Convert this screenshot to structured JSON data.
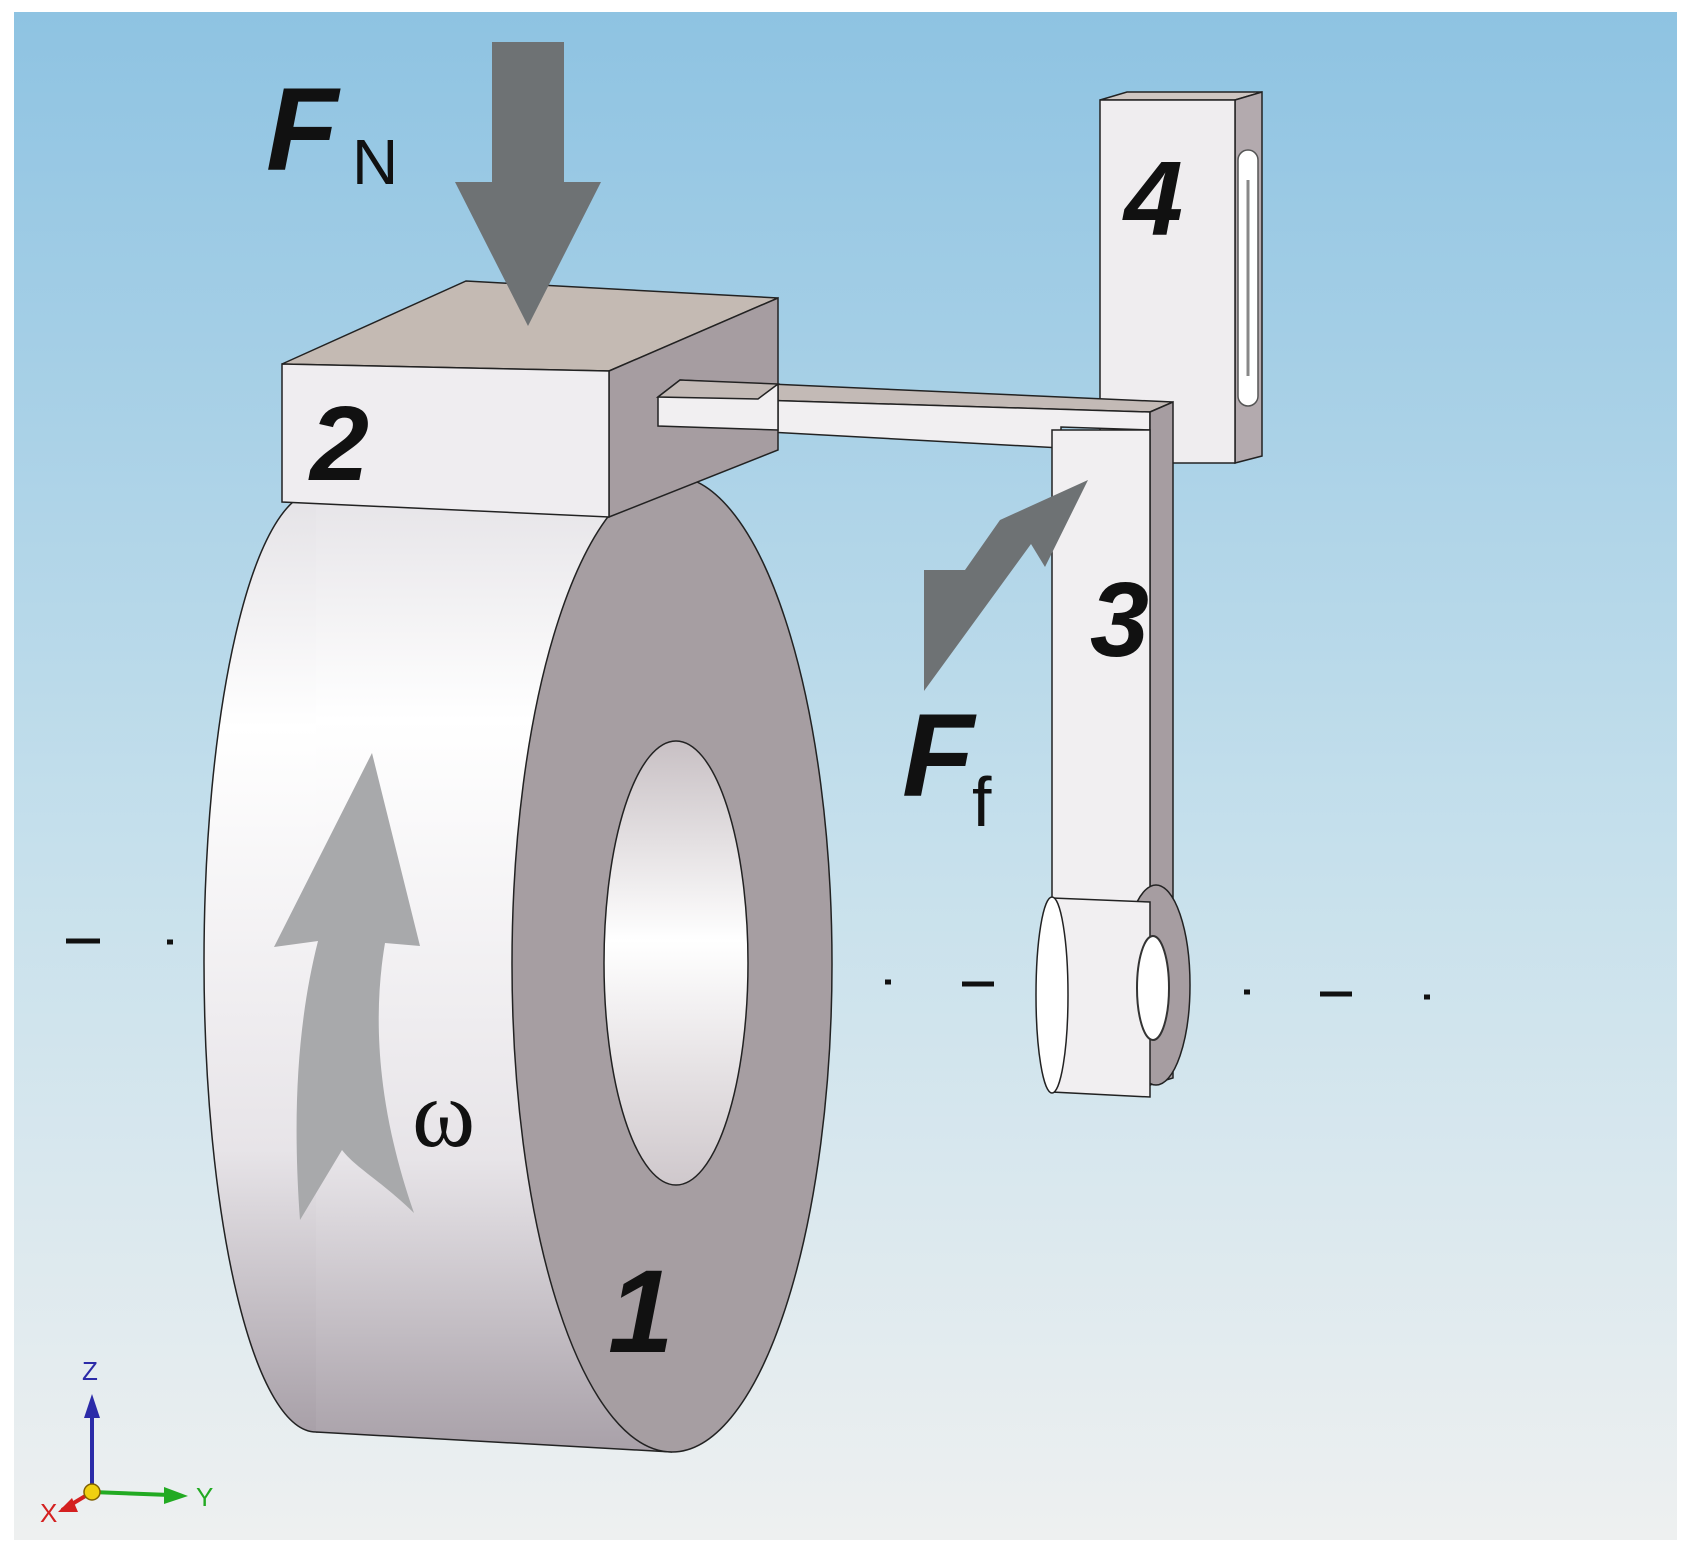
{
  "labels": {
    "normal_force_symbol": "F",
    "normal_force_subscript": "N",
    "friction_force_symbol": "F",
    "friction_force_subscript": "f",
    "angular_velocity": "ω",
    "part_1": "1",
    "part_2": "2",
    "part_3": "3",
    "part_4": "4"
  },
  "axes_triad": {
    "z": "Z",
    "x": "X",
    "y": "Y"
  },
  "colors": {
    "background_top": "#8ec3e2",
    "background_bottom": "#eef0f0",
    "part_front": "#f2f0f2",
    "part_side": "#a69da1",
    "part_top": "#c2b8b4",
    "force_arrow": "#6e7274",
    "rotation_arrow": "#a8a9ab",
    "axis_z": "#2b2ba8",
    "axis_x": "#d42020",
    "axis_y": "#22aa22"
  }
}
